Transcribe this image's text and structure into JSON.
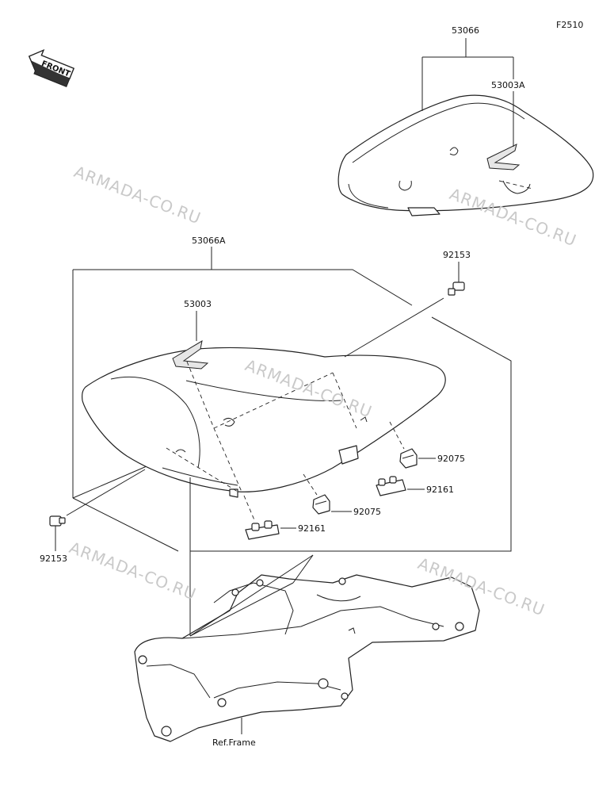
{
  "figure_code": "F2510",
  "front_label": "FRONT",
  "watermark_text": "ARMADA-CO.RU",
  "callouts": {
    "seat_cover_assy": "53066",
    "seat_cover_strap": "53003A",
    "seat_assy": "53066A",
    "seat_strap": "53003",
    "bolt_upper": "92153",
    "bolt_lower": "92153",
    "damper_right": "92075",
    "damper_center": "92075",
    "clip_right": "92161",
    "clip_center": "92161",
    "ref_frame": "Ref.Frame"
  },
  "colors": {
    "line": "#222222",
    "watermark": "#c9c9c9",
    "background": "#ffffff"
  }
}
